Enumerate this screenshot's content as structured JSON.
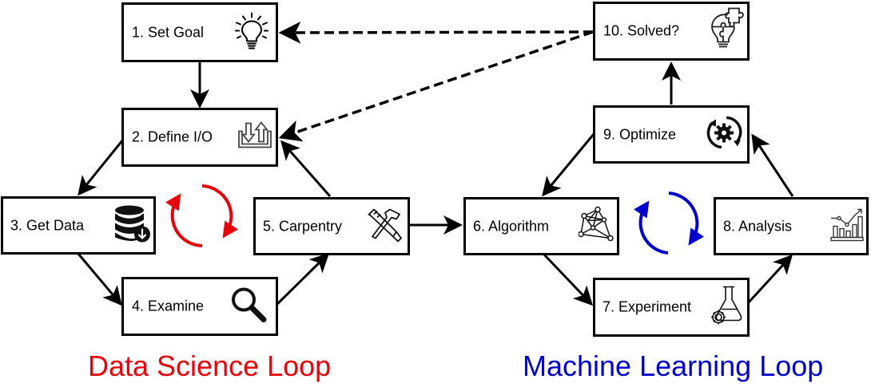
{
  "nodes": {
    "n1": {
      "label": "1. Set Goal",
      "icon": "lightbulb-icon"
    },
    "n2": {
      "label": "2. Define I/O",
      "icon": "input-output-icon"
    },
    "n3": {
      "label": "3. Get Data",
      "icon": "database-download-icon"
    },
    "n4": {
      "label": "4. Examine",
      "icon": "magnifier-icon"
    },
    "n5": {
      "label": "5. Carpentry",
      "icon": "tools-icon"
    },
    "n6": {
      "label": "6. Algorithm",
      "icon": "network-graph-icon"
    },
    "n7": {
      "label": "7. Experiment",
      "icon": "flask-gear-icon"
    },
    "n8": {
      "label": "8. Analysis",
      "icon": "bar-chart-trend-icon"
    },
    "n9": {
      "label": "9. Optimize",
      "icon": "gear-cycle-icon"
    },
    "n10": {
      "label": "10. Solved?",
      "icon": "puzzle-lightbulb-icon"
    }
  },
  "edges": [
    {
      "from": "1",
      "to": "2",
      "style": "solid"
    },
    {
      "from": "2",
      "to": "3",
      "style": "solid"
    },
    {
      "from": "3",
      "to": "4",
      "style": "solid"
    },
    {
      "from": "4",
      "to": "5",
      "style": "solid"
    },
    {
      "from": "5",
      "to": "2",
      "style": "solid"
    },
    {
      "from": "5",
      "to": "6",
      "style": "solid"
    },
    {
      "from": "6",
      "to": "7",
      "style": "solid"
    },
    {
      "from": "7",
      "to": "8",
      "style": "solid"
    },
    {
      "from": "8",
      "to": "9",
      "style": "solid"
    },
    {
      "from": "9",
      "to": "6",
      "style": "solid"
    },
    {
      "from": "9",
      "to": "10",
      "style": "solid"
    },
    {
      "from": "10",
      "to": "1",
      "style": "dashed"
    },
    {
      "from": "10",
      "to": "2",
      "style": "dashed"
    }
  ],
  "loops": {
    "data_science": {
      "title": "Data Science Loop",
      "color": "#e8000b"
    },
    "machine_learning": {
      "title": "Machine Learning Loop",
      "color": "#0000cc"
    }
  }
}
